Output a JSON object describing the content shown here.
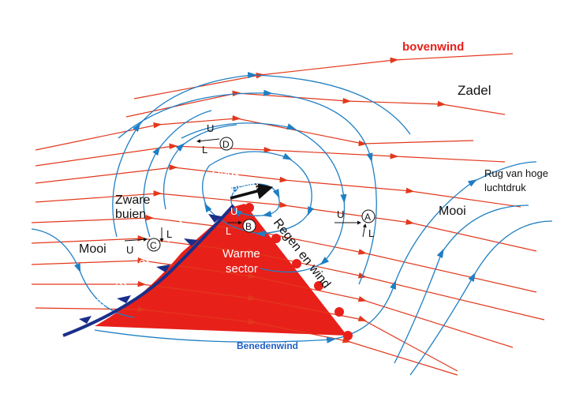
{
  "labels": {
    "upper_wind": "bovenwind",
    "lower_wind": "Benedenwind",
    "saddle": "Zadel",
    "ridge": "Rug van hoge luchtdruk",
    "ridge_line1": "Rug van hoge",
    "ridge_line2": "luchtdruk",
    "fine_right": "Mooi",
    "fine_left": "Mooi",
    "heavy_showers_line1": "Zware",
    "heavy_showers_line2": "buien",
    "rain": "Regen",
    "depression": "Depressie",
    "warm_line1": "Warme",
    "warm_line2": "sector",
    "warm_front_text": "Regen en wind",
    "cold_front_text": "Buien, regen en wind"
  },
  "points": [
    {
      "id": "A",
      "u": "U",
      "l": "L"
    },
    {
      "id": "B",
      "u": "U",
      "l": "L"
    },
    {
      "id": "C",
      "u": "U",
      "l": "L"
    },
    {
      "id": "D",
      "u": "U",
      "l": "L"
    }
  ],
  "colors": {
    "upper_wind_lines": "#e2381c",
    "isobars": "#1f7fc4",
    "warm_sector": "#e8201a",
    "cold_front": "#1a2f8a",
    "upper_wind_label": "#e8201a",
    "lower_wind_label": "#1f5fc4"
  }
}
